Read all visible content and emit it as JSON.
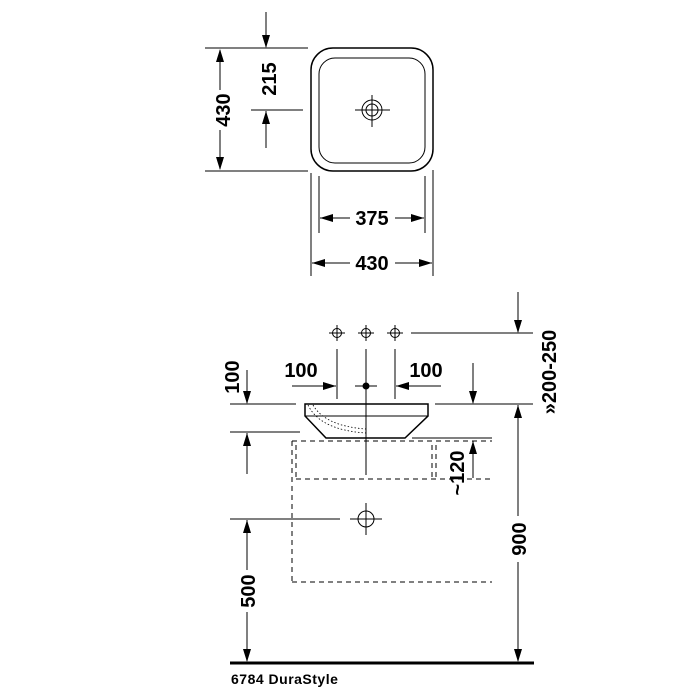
{
  "drawing": {
    "product_code": "6784",
    "product_name": "DuraStyle",
    "caption": "6784 DuraStyle",
    "top_view": {
      "height_label": "430",
      "drain_offset_label": "215",
      "inner_width_label": "375",
      "outer_width_label": "430"
    },
    "side_view": {
      "basin_height_label": "100",
      "tap_spacing_left_label": "100",
      "tap_spacing_right_label": "100",
      "tap_height_label": "»200-250",
      "drawer_height_label": "~120",
      "counter_height_label": "900",
      "waste_height_label": "500"
    }
  }
}
